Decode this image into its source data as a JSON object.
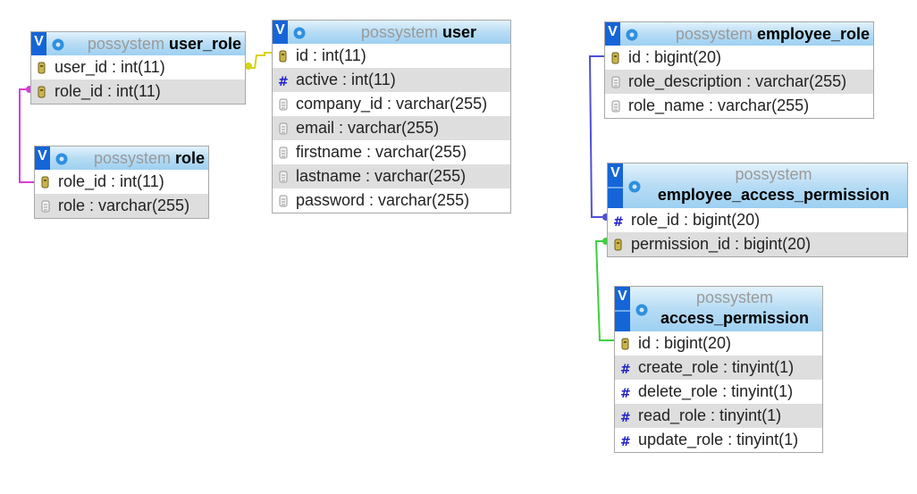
{
  "colors": {
    "header_top": "#e2f2fc",
    "header_bottom": "#9ed0f2",
    "v_button": "#1565d8",
    "gear": "#2f8fe0",
    "alt_row": "#dedede",
    "link_user_role_user": "#d4d41a",
    "link_user_role_role": "#d63fd6",
    "link_employee_role": "#5050d8",
    "link_access_permission": "#3fcf3f"
  },
  "icons": {
    "toggle": "v-toggle-icon",
    "options": "gear-icon",
    "primary_key": "key-icon",
    "numeric": "hash-icon",
    "text": "text-field-icon"
  },
  "tables": {
    "user_role": {
      "db": "possystem",
      "name": "user_role",
      "toggle": "V",
      "columns": [
        {
          "label": "user_id : int(11)",
          "icon": "key"
        },
        {
          "label": "role_id : int(11)",
          "icon": "key"
        }
      ]
    },
    "user": {
      "db": "possystem",
      "name": "user",
      "toggle": "V",
      "columns": [
        {
          "label": "id : int(11)",
          "icon": "key"
        },
        {
          "label": "active : int(11)",
          "icon": "hash"
        },
        {
          "label": "company_id : varchar(255)",
          "icon": "text"
        },
        {
          "label": "email : varchar(255)",
          "icon": "text"
        },
        {
          "label": "firstname : varchar(255)",
          "icon": "text"
        },
        {
          "label": "lastname : varchar(255)",
          "icon": "text"
        },
        {
          "label": "password : varchar(255)",
          "icon": "text"
        }
      ]
    },
    "role": {
      "db": "possystem",
      "name": "role",
      "toggle": "V",
      "columns": [
        {
          "label": "role_id : int(11)",
          "icon": "key"
        },
        {
          "label": "role : varchar(255)",
          "icon": "text"
        }
      ]
    },
    "employee_role": {
      "db": "possystem",
      "name": "employee_role",
      "toggle": "V",
      "columns": [
        {
          "label": "id : bigint(20)",
          "icon": "key"
        },
        {
          "label": "role_description : varchar(255)",
          "icon": "text"
        },
        {
          "label": "role_name : varchar(255)",
          "icon": "text"
        }
      ]
    },
    "employee_access_permission": {
      "db": "possystem",
      "name": "employee_access_permission",
      "toggle": "V",
      "columns": [
        {
          "label": "role_id : bigint(20)",
          "icon": "hash"
        },
        {
          "label": "permission_id : bigint(20)",
          "icon": "key"
        }
      ]
    },
    "access_permission": {
      "db": "possystem",
      "name": "access_permission",
      "toggle": "V",
      "columns": [
        {
          "label": "id : bigint(20)",
          "icon": "key"
        },
        {
          "label": "create_role : tinyint(1)",
          "icon": "hash"
        },
        {
          "label": "delete_role : tinyint(1)",
          "icon": "hash"
        },
        {
          "label": "read_role : tinyint(1)",
          "icon": "hash"
        },
        {
          "label": "update_role : tinyint(1)",
          "icon": "hash"
        }
      ]
    }
  },
  "relations": [
    {
      "from": "user_role.user_id",
      "to": "user.id"
    },
    {
      "from": "user_role.role_id",
      "to": "role.role_id"
    },
    {
      "from": "employee_access_permission.role_id",
      "to": "employee_role.id"
    },
    {
      "from": "employee_access_permission.permission_id",
      "to": "access_permission.id"
    }
  ]
}
